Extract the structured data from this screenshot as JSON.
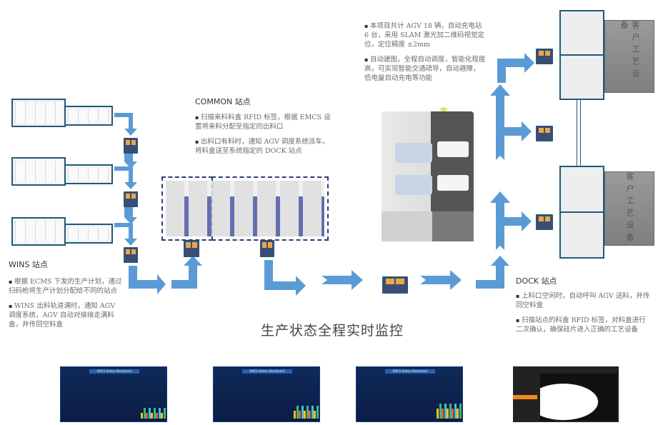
{
  "top_note": {
    "bullets": [
      "本项目共计 AGV 18 辆，自动充电站 6 台，采用 SLAM 激光加二维码视觉定位，定位精度 ±2mm",
      "自动建图，全程自动调度，智能化程度高，可实现智能交通疏导，自动避障，低电量自动充电等功能"
    ]
  },
  "common": {
    "heading": "COMMON 站点",
    "bullets": [
      "扫描来料料盒 RFID 标签，根据 EMCS 设置将来料分配至指定的出料口",
      "出料口有料时，通知 AGV 调度系统派车，将料盒送至系统指定的 DOCK 站点"
    ]
  },
  "wins": {
    "heading": "WINS 站点",
    "bullets": [
      "根据 ECMS 下发的生产计划，通过扫码枪将生产计划分配给不同的站点",
      "WINS 出料轨道满时，通知 AGV 调度系统，AGV 自动对接接走满料盒，并传回空料盒"
    ]
  },
  "dock": {
    "heading": "DOCK 站点",
    "bullets": [
      "上料口空闲时，自动呼叫 AGV 送料，并传回空料盒",
      "扫描站点的料盒 RFID 标签，对料盒进行二次确认，确保硅片进入正确的工艺设备"
    ]
  },
  "customer_equipment": [
    "客户工艺设备",
    "客户工艺设备"
  ],
  "monitor_title": "生产状态全程实时监控",
  "dashboards": [
    {
      "title": "EMCS Status Dashboard"
    },
    {
      "title": "EMCS Status Dashboard"
    },
    {
      "title": "EMCS Status Dashboard"
    },
    {
      "title": "AGV Map"
    }
  ],
  "colors": {
    "arrow": "#5b9bd5",
    "frame": "#1f5a7a",
    "dash": "#2a3f78",
    "tray": "#3b4d74"
  }
}
